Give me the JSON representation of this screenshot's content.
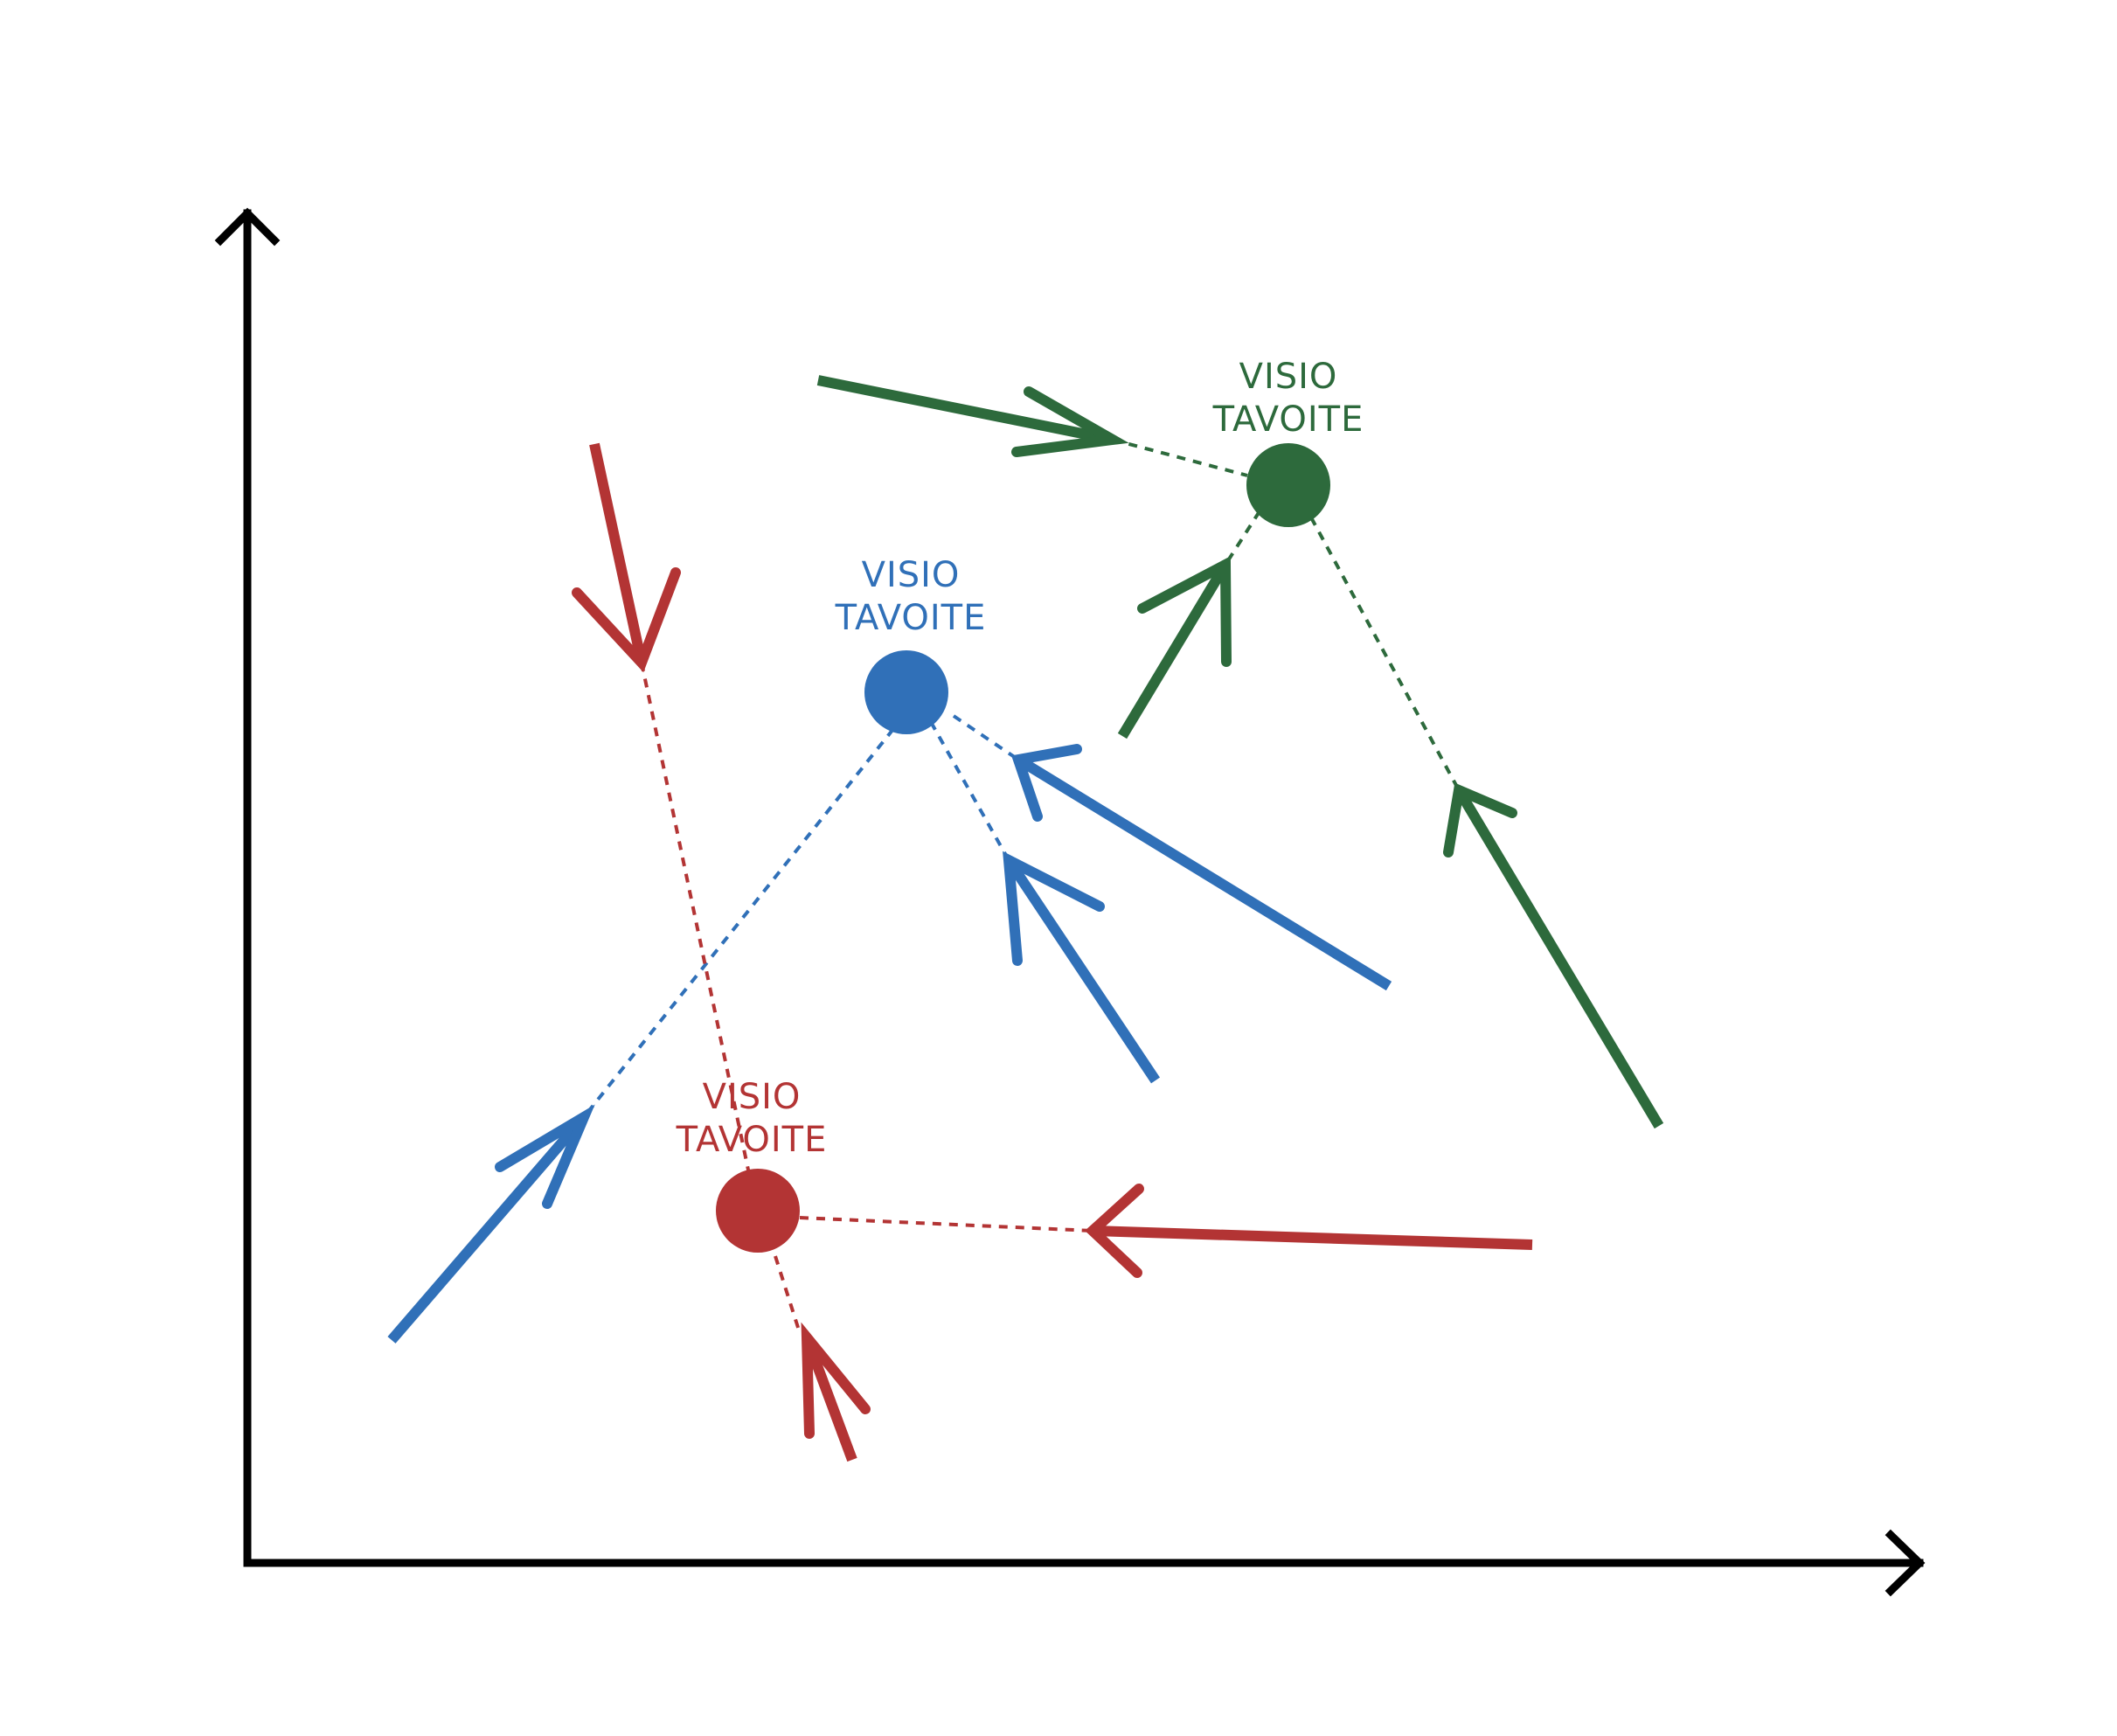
{
  "colors": {
    "axis": "#000000",
    "green": "#2d6a3c",
    "blue": "#3070b8",
    "red": "#b33434",
    "background": "#ffffff"
  },
  "goals": [
    {
      "id": "green",
      "label_line1": "VISIO",
      "label_line2": "TAVOITE",
      "color": "#2d6a3c"
    },
    {
      "id": "blue",
      "label_line1": "VISIO",
      "label_line2": "TAVOITE",
      "color": "#3070b8"
    },
    {
      "id": "red",
      "label_line1": "VISIO",
      "label_line2": "TAVOITE",
      "color": "#b33434"
    }
  ]
}
